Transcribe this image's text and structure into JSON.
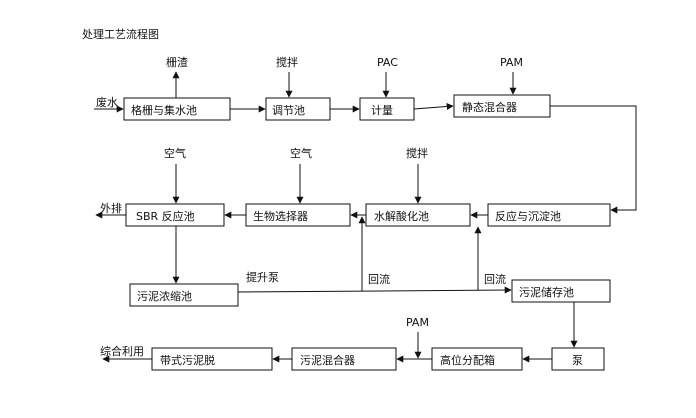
{
  "title": "处理工艺流程图",
  "paragraph_mark": "↵",
  "boxes": {
    "grille_pool": "格栅与集水池",
    "adjust_pool": "调节池",
    "metering": "计量",
    "static_mixer": "静态混合器",
    "reaction_settling": "反应与沉淀池",
    "hydrolysis": "水解酸化池",
    "bio_selector": "生物选择器",
    "sbr": "SBR 反应池",
    "sludge_thickener": "污泥浓缩池",
    "sludge_storage": "污泥储存池",
    "pump": "泵",
    "high_dist": "高位分配箱",
    "sludge_mixer": "污泥混合器",
    "belt_dewater": "带式污泥脱"
  },
  "labels": {
    "screen_waste": "栅渣",
    "stir1": "搅拌",
    "pac": "PAC",
    "pam1": "PAM",
    "wastewater": "废水",
    "air1": "空气",
    "air2": "空气",
    "stir2": "搅拌",
    "discharge": "外排",
    "lift_pump": "提升泵",
    "reflux1": "回流",
    "reflux2": "回流",
    "pam2": "PAM",
    "reuse": "综合利用"
  }
}
